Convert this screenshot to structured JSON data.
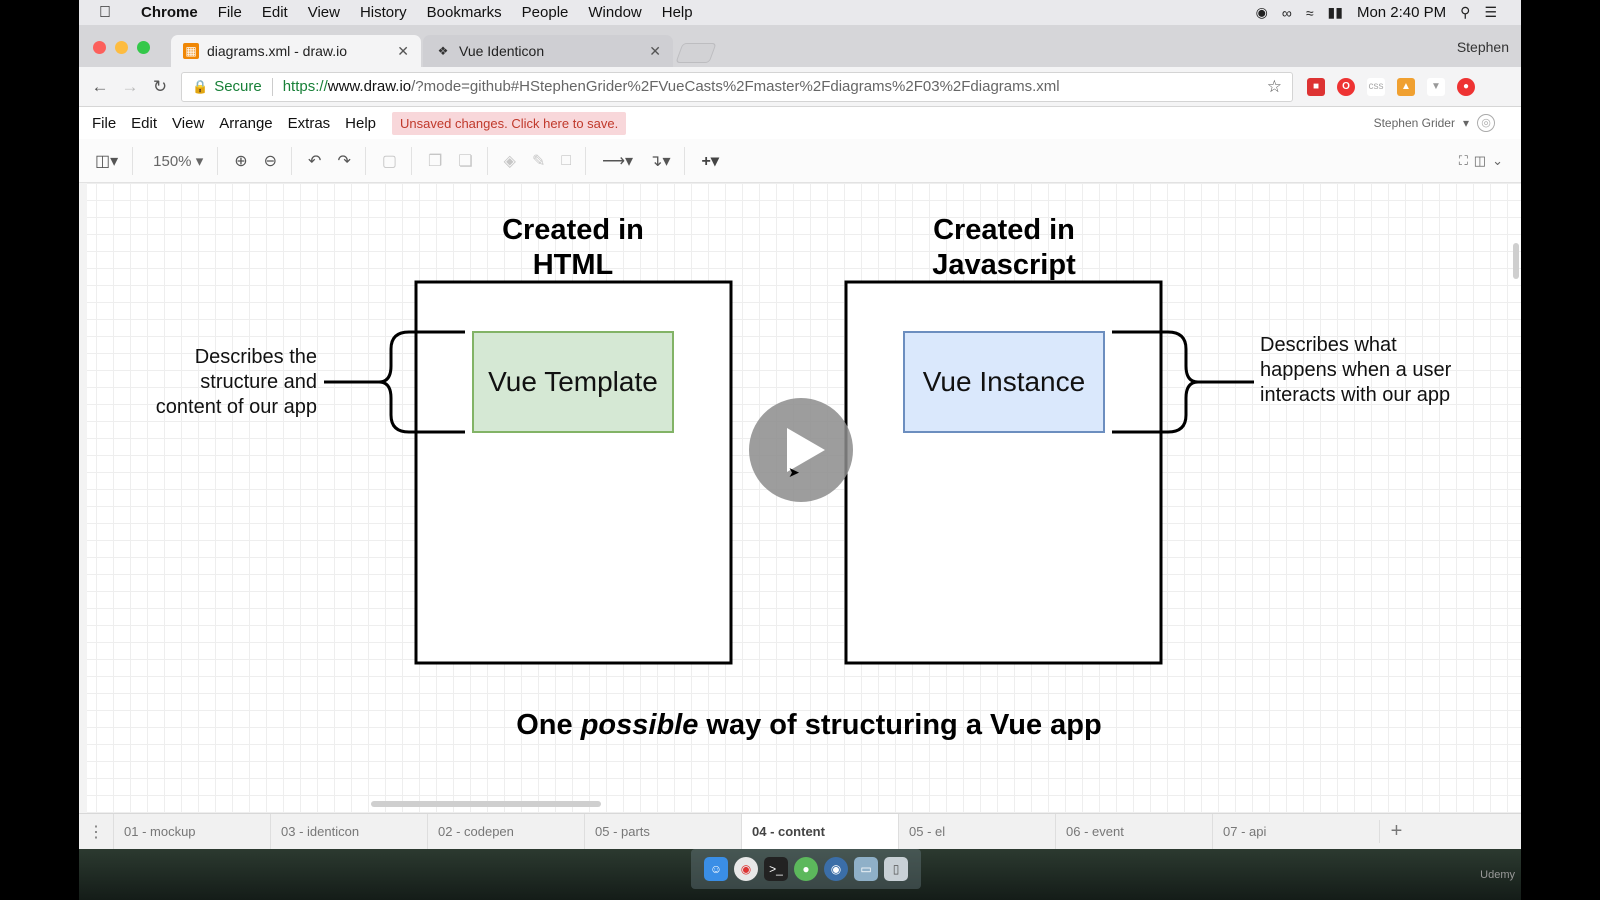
{
  "menubar": {
    "apple_icon": "apple-icon",
    "items": [
      "Chrome",
      "File",
      "Edit",
      "View",
      "History",
      "Bookmarks",
      "People",
      "Window",
      "Help"
    ],
    "clock": "Mon 2:40 PM"
  },
  "browser": {
    "tabs": [
      {
        "title": "diagrams.xml - draw.io",
        "icon": "drawio-icon",
        "active": true
      },
      {
        "title": "Vue Identicon",
        "icon": "codepen-icon",
        "active": false
      }
    ],
    "profile_name": "Stephen",
    "secure_label": "Secure",
    "url_scheme": "https://",
    "url_host": "www.draw.io",
    "url_rest": "/?mode=github#HStephenGrider%2FVueCasts%2Fmaster%2Fdiagrams%2F03%2Fdiagrams.xml"
  },
  "app": {
    "menu": [
      "File",
      "Edit",
      "View",
      "Arrange",
      "Extras",
      "Help"
    ],
    "unsaved_notice": "Unsaved changes. Click here to save.",
    "user_name": "Stephen Grider",
    "zoom_level": "150%"
  },
  "diagram": {
    "left_heading": "Created in HTML",
    "right_heading": "Created in Javascript",
    "left_box_label": "Vue Template",
    "right_box_label": "Vue Instance",
    "left_description": "Describes the structure and content of our app",
    "right_description": "Describes what happens when a user interacts with our app",
    "caption_before": "One ",
    "caption_emphasis": "possible",
    "caption_after": " way of structuring a Vue app",
    "colors": {
      "template_fill": "#d5e8d4",
      "template_stroke": "#82b366",
      "instance_fill": "#dae8fc",
      "instance_stroke": "#6c8ebf"
    }
  },
  "pages": [
    "01 - mockup",
    "03 - identicon",
    "02 - codepen",
    "05 - parts",
    "04 - content",
    "05 - el",
    "06 - event",
    "07 - api"
  ],
  "active_page": "04 - content",
  "watermark": "Udemy"
}
